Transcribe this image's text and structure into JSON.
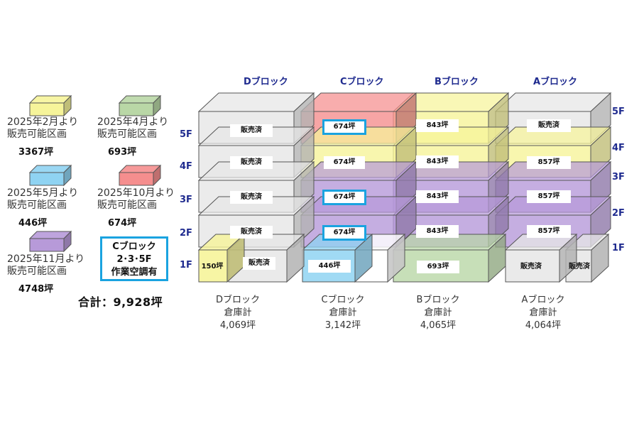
{
  "legend": [
    {
      "id": "feb",
      "text_line1": "2025年2月より",
      "text_line2": "販売可能区画",
      "area": "3367坪",
      "color": "#f6f49a"
    },
    {
      "id": "apr",
      "text_line1": "2025年4月より",
      "text_line2": "販売可能区画",
      "area": "693坪",
      "color": "#b9d7a6"
    },
    {
      "id": "may",
      "text_line1": "2025年5月より",
      "text_line2": "販売可能区画",
      "area": "446坪",
      "color": "#8fd3f2"
    },
    {
      "id": "oct",
      "text_line1": "2025年10月より",
      "text_line2": "販売可能区画",
      "area": "674坪",
      "color": "#f58e8e"
    },
    {
      "id": "nov",
      "text_line1": "2025年11月より",
      "text_line2": "販売可能区画",
      "area": "4748坪",
      "color": "#b79ad9"
    }
  ],
  "note": {
    "line1": "Cブロック",
    "line2": "2･3･5F",
    "line3": "作業空調有"
  },
  "total": "合計：9,928坪",
  "blocks": [
    {
      "header": "Dブロック",
      "summary_line1": "Dブロック",
      "summary_line2": "倉庫計",
      "summary_line3": "4,069坪"
    },
    {
      "header": "Cブロック",
      "summary_line1": "Cブロック",
      "summary_line2": "倉庫計",
      "summary_line3": "3,142坪"
    },
    {
      "header": "Bブロック",
      "summary_line1": "Bブロック",
      "summary_line2": "倉庫計",
      "summary_line3": "4,065坪"
    },
    {
      "header": "Aブロック",
      "summary_line1": "Aブロック",
      "summary_line2": "倉庫計",
      "summary_line3": "4,064坪"
    }
  ],
  "floors_left": [
    "5F",
    "4F",
    "3F",
    "2F",
    "1F"
  ],
  "floors_right": [
    "5F",
    "4F",
    "3F",
    "2F",
    "1F"
  ],
  "cells": {
    "D5": "販売済",
    "D4": "販売済",
    "D3": "販売済",
    "D2": "販売済",
    "D1a": "150坪",
    "D1b": "販売済",
    "C5": "674坪",
    "C4": "674坪",
    "C3": "674坪",
    "C2": "674坪",
    "C1": "446坪",
    "B5": "843坪",
    "B4": "843坪",
    "B3": "843坪",
    "B2": "843坪",
    "B1": "693坪",
    "A5": "販売済",
    "A4": "857坪",
    "A3": "857坪",
    "A2": "857坪",
    "A1a": "販売済",
    "A1b": "販売済"
  },
  "colors": {
    "sold": "#e6e6e6",
    "yellow": "#f6f49a",
    "green": "#b9d7a6",
    "blue": "#8fd3f2",
    "red": "#f58e8e",
    "purple": "#b79ad9",
    "highlight": "#1aa3e0",
    "heading": "#1f2b8f"
  }
}
